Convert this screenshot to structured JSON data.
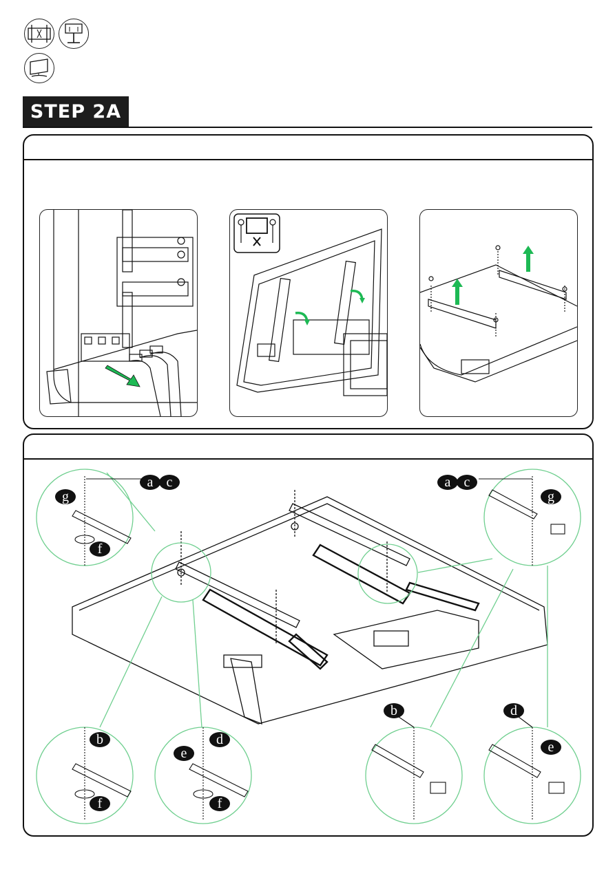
{
  "step": {
    "title": "STEP 2A"
  },
  "mount_icons": [
    "wall-mount-icon",
    "floor-stand-icon",
    "tabletop-stand-icon"
  ],
  "panel1": {
    "images": [
      "unplug-cables-illustration",
      "two-person-lift-warning",
      "remove-screws-illustration"
    ]
  },
  "panel2": {
    "labels": {
      "a": "a",
      "b": "b",
      "c": "c",
      "d": "d",
      "e": "e",
      "f": "f",
      "g": "g"
    }
  },
  "colors": {
    "accent_arrow": "#1db954",
    "callout_circle": "#6fcf8f",
    "ink": "#111111"
  }
}
